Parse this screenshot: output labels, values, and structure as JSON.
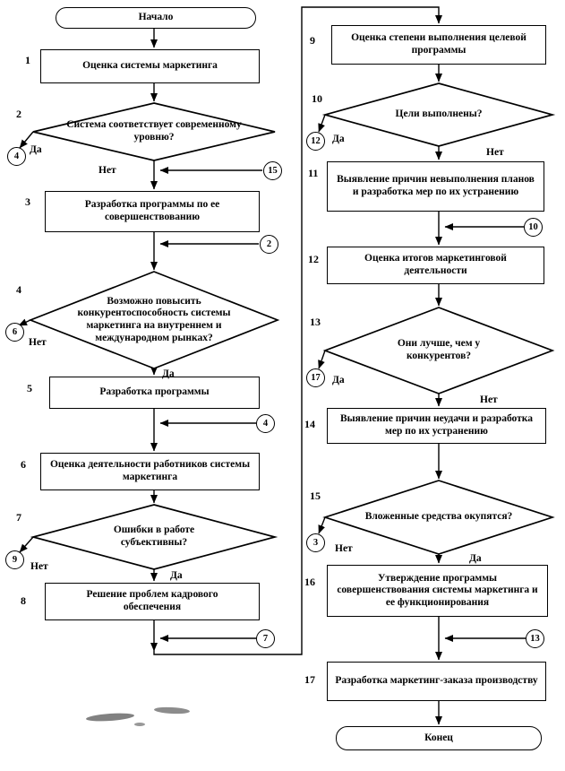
{
  "terminals": {
    "start": "Начало",
    "end": "Конец"
  },
  "branch_labels": {
    "yes": "Да",
    "no": "Нет"
  },
  "steps": {
    "s1": {
      "num": "1",
      "text": "Оценка системы маркетинга"
    },
    "s2": {
      "num": "2",
      "text": "Система соответствует современному уровню?"
    },
    "s3": {
      "num": "3",
      "text": "Разработка программы по ее совершенствованию"
    },
    "s4": {
      "num": "4",
      "text": "Возможно повысить конкурентоспособность системы маркетинга на внутреннем и международном рынках?"
    },
    "s5": {
      "num": "5",
      "text": "Разработка программы"
    },
    "s6": {
      "num": "6",
      "text": "Оценка деятельности работников системы маркетинга"
    },
    "s7": {
      "num": "7",
      "text": "Ошибки в работе субъективны?"
    },
    "s8": {
      "num": "8",
      "text": "Решение проблем кадрового обеспечения"
    },
    "s9": {
      "num": "9",
      "text": "Оценка степени выполнения целевой программы"
    },
    "s10": {
      "num": "10",
      "text": "Цели выполнены?"
    },
    "s11": {
      "num": "11",
      "text": "Выявление причин невыполнения планов и разработка мер по их устранению"
    },
    "s12": {
      "num": "12",
      "text": "Оценка итогов маркетинговой деятельности"
    },
    "s13": {
      "num": "13",
      "text": "Они лучше, чем у конкурентов?"
    },
    "s14": {
      "num": "14",
      "text": "Выявление причин неудачи и разработка мер по их устранению"
    },
    "s15": {
      "num": "15",
      "text": "Вложенные средства окупятся?"
    },
    "s16": {
      "num": "16",
      "text": "Утверждение программы совершенствования системы маркетинга и ее функционирования"
    },
    "s17": {
      "num": "17",
      "text": "Разработка маркетинг-заказа производству"
    }
  },
  "circles": {
    "exit_yes_s2": "4",
    "entry_above_s3": "15",
    "entry_below_s3": "2",
    "exit_no_s4": "6",
    "entry_below_s5": "4",
    "exit_no_s7": "9",
    "entry_below_s8": "7",
    "exit_yes_s10": "12",
    "entry_below_s11": "10",
    "exit_yes_s13": "17",
    "exit_no_s15": "3",
    "entry_below_s16": "13"
  }
}
